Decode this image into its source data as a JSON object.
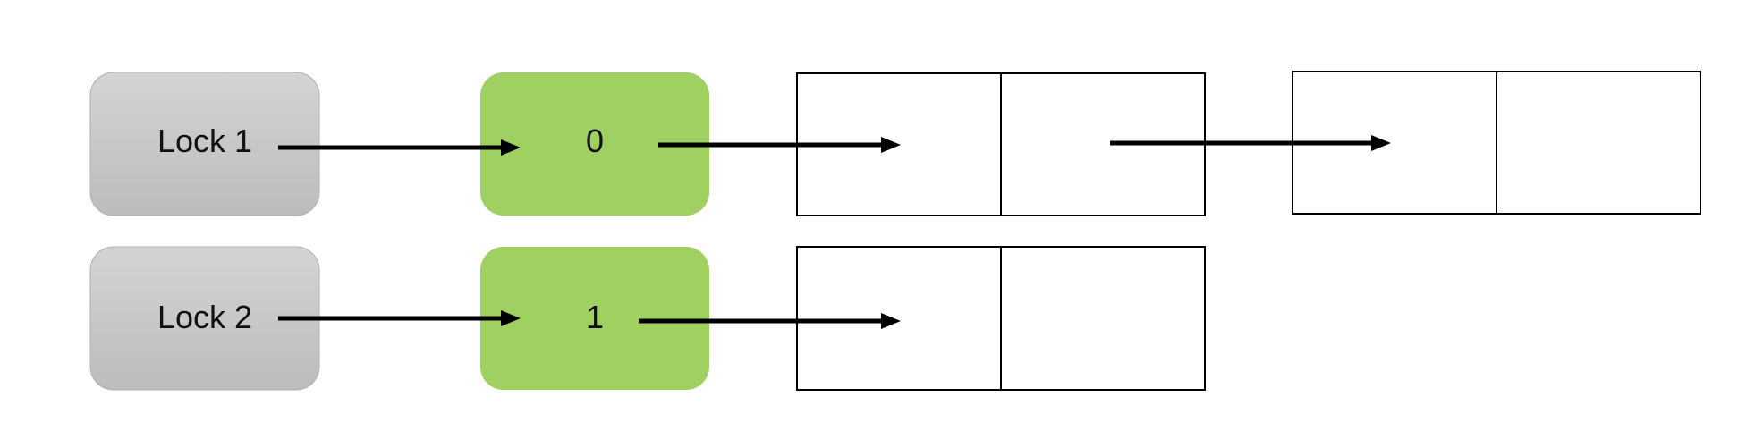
{
  "locks": [
    {
      "label": "Lock 1",
      "value": "0",
      "cell_groups": 2
    },
    {
      "label": "Lock 2",
      "value": "1",
      "cell_groups": 1
    }
  ],
  "colors": {
    "lock_gradient_top": "#d4d4d4",
    "lock_gradient_bottom": "#bcbcbc",
    "lock_border": "#b0b0b0",
    "value_fill": "#a0cf62",
    "arrow": "#000000",
    "cell_border": "#000000",
    "text": "#111111"
  }
}
